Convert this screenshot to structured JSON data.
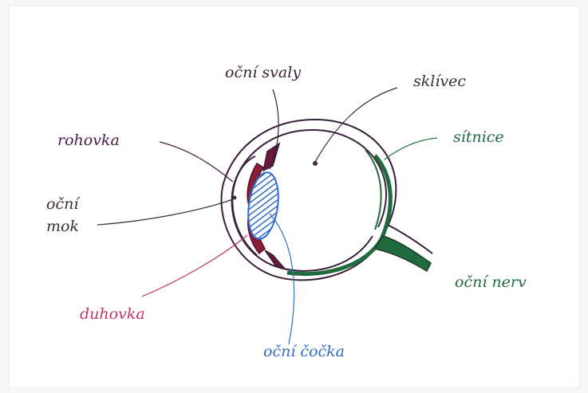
{
  "labels": {
    "ocni_svaly": "oční svaly",
    "sklivec": "sklívec",
    "rohovka": "rohovka",
    "sitnice": "sítnice",
    "ocni_mok_line1": "oční",
    "ocni_mok_line2": "mok",
    "ocni_nerv": "oční nerv",
    "duhovka": "duhovka",
    "ocni_cocka": "oční čočka"
  },
  "colors": {
    "outline": "#3a1f3a",
    "retina": "#1f6b3d",
    "cornea_label": "#4a1d4a",
    "iris": "#c23567",
    "lens": "#2f6cc9",
    "pen": "#3a2a3a"
  }
}
